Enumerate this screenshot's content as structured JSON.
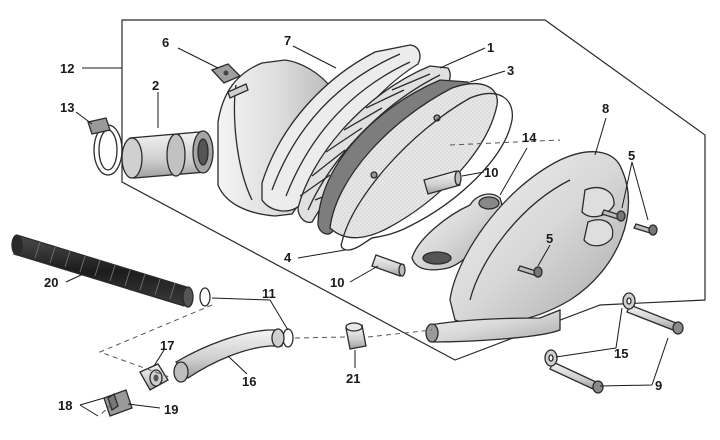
{
  "callouts": {
    "c1": "1",
    "c2": "2",
    "c3": "3",
    "c4": "4",
    "c5a": "5",
    "c5b": "5",
    "c6": "6",
    "c7": "7",
    "c8": "8",
    "c9": "9",
    "c10a": "10",
    "c10b": "10",
    "c11": "11",
    "c12": "12",
    "c13": "13",
    "c14": "14",
    "c15": "15",
    "c16": "16",
    "c17": "17",
    "c18": "18",
    "c19": "19",
    "c20": "20",
    "c21": "21"
  }
}
